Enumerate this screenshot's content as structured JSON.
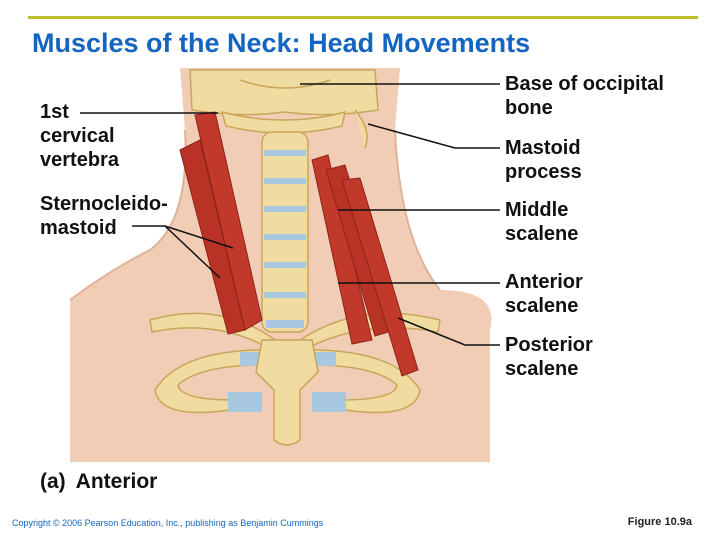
{
  "slide": {
    "title": "Muscles of the Neck: Head Movements",
    "caption_letter": "(a)",
    "caption_text": "Anterior",
    "copyright": "Copyright © 2006 Pearson Education, Inc., publishing as Benjamin Cummings",
    "figure_ref": "Figure 10.9a"
  },
  "labels": {
    "first_cervical": [
      "1st",
      "cervical",
      "vertebra"
    ],
    "sternocleidomastoid": [
      "Sternocleido-",
      "mastoid"
    ],
    "base_occipital": [
      "Base of occipital",
      "bone"
    ],
    "mastoid_process": [
      "Mastoid",
      "process"
    ],
    "middle_scalene": [
      "Middle",
      "scalene"
    ],
    "anterior_scalene": [
      "Anterior",
      "scalene"
    ],
    "posterior_scalene": [
      "Posterior",
      "scalene"
    ]
  },
  "colors": {
    "title": "#1565c0",
    "accent_line": "#bfbf2a",
    "skin": "#f2cdb5",
    "bone": "#f0dca0",
    "muscle": "#c0392b",
    "cartilage": "#a8c8e0"
  }
}
